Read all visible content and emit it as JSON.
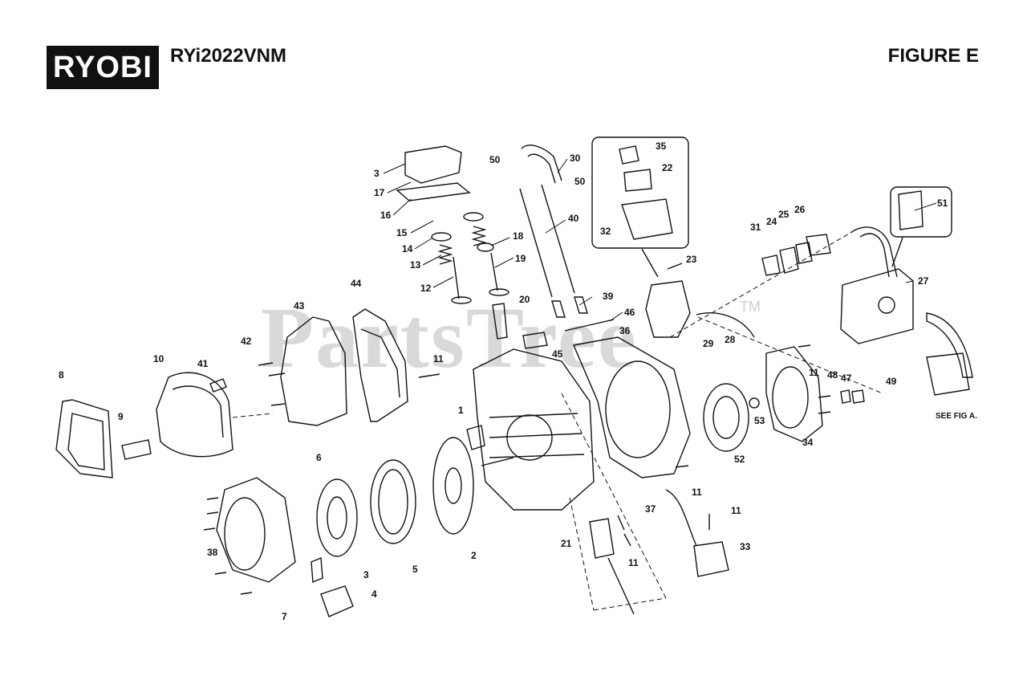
{
  "header": {
    "logo_text": "RYOBI",
    "model": "RYi2022VNM",
    "figure": "FIGURE E"
  },
  "watermark": {
    "text": "PartsTree",
    "tm": "TM"
  },
  "note": "SEE FIG A.",
  "colors": {
    "ink": "#111111",
    "watermark": "#d9d9d9",
    "background": "#ffffff"
  },
  "callouts": [
    "1",
    "2",
    "3",
    "3",
    "4",
    "5",
    "6",
    "7",
    "8",
    "9",
    "10",
    "11",
    "11",
    "11",
    "11",
    "11",
    "11",
    "12",
    "13",
    "14",
    "15",
    "16",
    "17",
    "18",
    "19",
    "20",
    "21",
    "22",
    "23",
    "24",
    "25",
    "26",
    "27",
    "28",
    "29",
    "30",
    "31",
    "32",
    "33",
    "34",
    "35",
    "36",
    "37",
    "38",
    "39",
    "40",
    "41",
    "42",
    "43",
    "44",
    "45",
    "46",
    "47",
    "48",
    "49",
    "50",
    "50",
    "51",
    "52",
    "53"
  ]
}
